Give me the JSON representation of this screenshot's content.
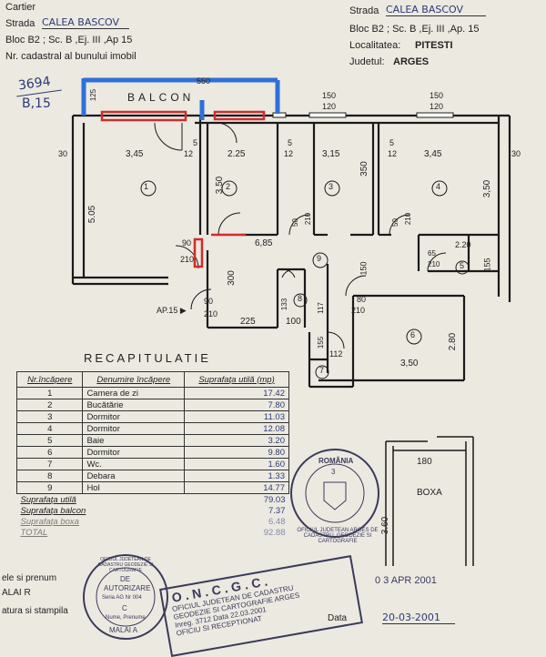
{
  "header_left": {
    "cartier_label": "Cartier",
    "strada_label": "Strada",
    "strada_value": "CALEA BASCOV",
    "bloc_line": "Bloc B2 ; Sc. B ,Ej. III ,Ap 15",
    "cadastral_label": "Nr. cadastral al bunului imobil"
  },
  "header_right": {
    "strada_label": "Strada",
    "strada_value": "CALEA BASCOV",
    "bloc_line": "Bloc B2 ; Sc. B ,Ej. III ,Ap. 15",
    "localitatea_label": "Localitatea:",
    "localitatea_value": "PITESTI",
    "judetul_label": "Judetul:",
    "judetul_value": "ARGES"
  },
  "handwritten_note": {
    "line1": "3694",
    "line2": "B,15"
  },
  "plan": {
    "balcon_label": "BALCON",
    "apartment_label": "AP.15",
    "rooms": [
      "1",
      "2",
      "3",
      "4",
      "5",
      "6",
      "7",
      "8",
      "9"
    ],
    "dims": {
      "top_550": "550",
      "w150a": "150",
      "w120a": "120",
      "w150b": "150",
      "w120b": "120",
      "d30l": "30",
      "d30r": "30",
      "r1w": "3,45",
      "r12a": "12",
      "r2w": "2.25",
      "r3w": "3,15",
      "r4w": "3,45",
      "d12b": "12",
      "d12c": "12",
      "d5a": "5",
      "d5b": "5",
      "d5c": "5",
      "h505": "5.05",
      "h350a": "3.50",
      "h350b": "3,50",
      "h350c": "350",
      "door90a": "90",
      "door210a": "210",
      "hol": "6,85",
      "d220": "2.20",
      "d150": "150",
      "d155": "155",
      "door65": "65",
      "door210b": "210",
      "d300": "300",
      "door90b": "90",
      "door210c": "210",
      "d225": "225",
      "d100": "100",
      "d133": "133",
      "d117": "117",
      "door80": "80",
      "door210d": "210",
      "d155b": "155",
      "d112": "112",
      "r6w": "3,50",
      "r6h": "2.80",
      "d50a": "50",
      "d210x": "210",
      "d50b": "50",
      "d210y": "210",
      "d125": "125"
    }
  },
  "recap": {
    "title": "RECAPITULATIE",
    "headers": [
      "Nr.încăpere",
      "Denumire încăpere",
      "Suprafaţa utilă (mp)"
    ],
    "rows": [
      {
        "nr": "1",
        "name": "Camera de zi",
        "area": "17.42"
      },
      {
        "nr": "2",
        "name": "Bucătărie",
        "area": "7.80"
      },
      {
        "nr": "3",
        "name": "Dormitor",
        "area": "11.03"
      },
      {
        "nr": "4",
        "name": "Dormitor",
        "area": "12.08"
      },
      {
        "nr": "5",
        "name": "Baie",
        "area": "3.20"
      },
      {
        "nr": "6",
        "name": "Dormitor",
        "area": "9.80"
      },
      {
        "nr": "7",
        "name": "Wc.",
        "area": "1.60"
      },
      {
        "nr": "8",
        "name": "Debara",
        "area": "1.33"
      },
      {
        "nr": "9",
        "name": "Hol",
        "area": "14.77"
      }
    ],
    "totals": [
      {
        "label": "Suprafaţa utilă",
        "value": "79.03"
      },
      {
        "label": "Suprafaţa balcon",
        "value": "7.37"
      },
      {
        "label": "Suprafaţa boxa",
        "value": "6.48"
      },
      {
        "label": "TOTAL",
        "value": "92.88"
      }
    ]
  },
  "boxa": {
    "label": "BOXA",
    "width": "180",
    "height": "3.60"
  },
  "stamps": {
    "romania_seal": {
      "top": "ROMÂNIA",
      "ring": "OFICIUL JUDETEAN ARGES DE CADASTRU, GEODEZIE SI CARTOGRAFIE",
      "num": "3"
    },
    "authorization": {
      "ring": "OFICIUL JUDETEAN DE CADASTRU GEODEZIE SI CARTOGRAFIE",
      "line1": "DE",
      "line2": "AUTORIZARE",
      "line3": "Seria AG Nr 004",
      "line4": "C",
      "line5": "Nume, Prenume",
      "line6": "MALAI A"
    },
    "oncgc": {
      "title": "O . N . C . G . C .",
      "line1": "OFICIUL JUDETEAN DE CADASTRU",
      "line2": "GEODEZIE SI CARTOGRAFIE ARGES",
      "line3": "Inreg. 3712 Data 22.03.2001",
      "line4": "OFICIU SI RECEPTIONAT"
    },
    "date_stamp": "0 3 APR 2001",
    "data_label": "Data",
    "data_value": "20-03-2001"
  },
  "footer_text": {
    "l1": "ele si prenum",
    "l2": "ALAI R",
    "l3": "atura si stampila"
  }
}
